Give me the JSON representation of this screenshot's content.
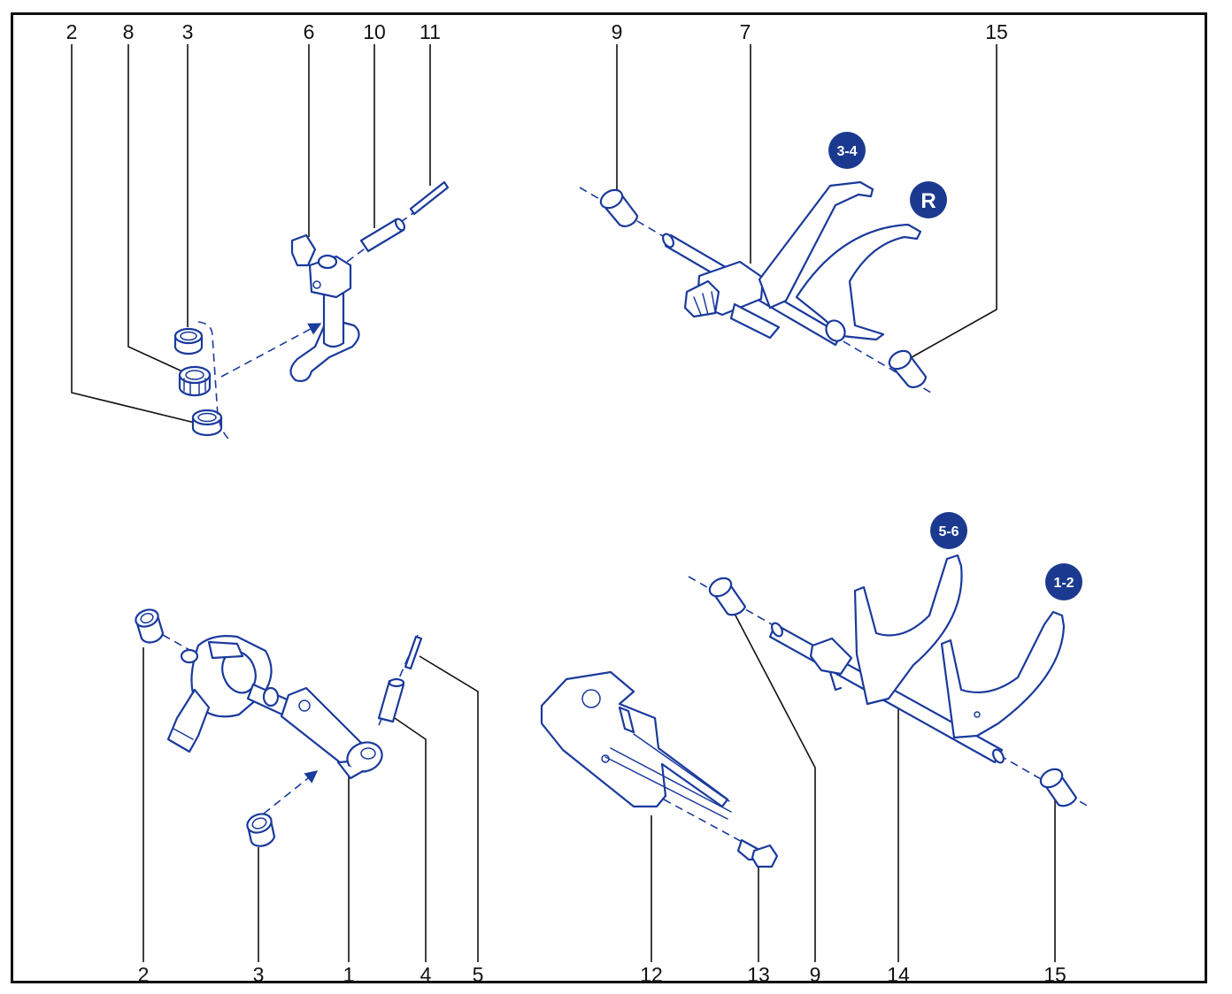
{
  "diagram": {
    "callouts_top": [
      "2",
      "8",
      "3",
      "6",
      "10",
      "11",
      "9",
      "7",
      "15"
    ],
    "callouts_bottom": [
      "2",
      "3",
      "1",
      "4",
      "5",
      "12",
      "13",
      "9",
      "14",
      "15"
    ],
    "badges": [
      "3-4",
      "R",
      "5-6",
      "1-2"
    ]
  },
  "colors": {
    "line_art": "#1a3a9c",
    "badge_fill": "#1b3a8f",
    "frame": "#111111"
  }
}
